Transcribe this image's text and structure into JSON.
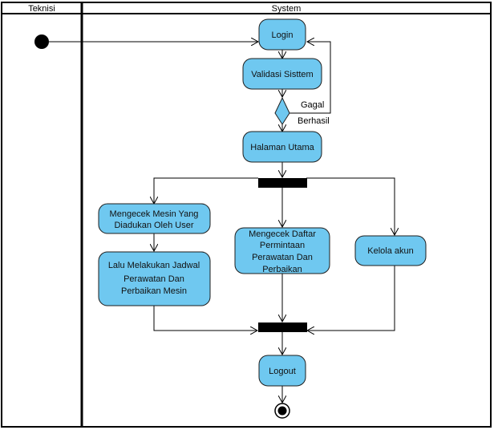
{
  "colors": {
    "activity_fill": "#6FC8F0",
    "activity_stroke": "#1e1e1e",
    "bar_fill": "#000000",
    "line": "#000000"
  },
  "lanes": {
    "left": "Teknisi",
    "right": "System"
  },
  "nodes": {
    "login": "Login",
    "validasi": "Validasi Sisttem",
    "halaman": "Halaman Utama",
    "mengecek_mesin_1": "Mengecek Mesin Yang",
    "mengecek_mesin_2": "Diadukan Oleh User",
    "lalu_1": "Lalu Melakukan Jadwal",
    "lalu_2": "Perawatan Dan",
    "lalu_3": "Perbaikan Mesin",
    "daftar_1": "Mengecek Daftar",
    "daftar_2": "Permintaan",
    "daftar_3": "Perawatan Dan",
    "daftar_4": "Perbaikan",
    "kelola": "Kelola akun",
    "logout": "Logout"
  },
  "guards": {
    "gagal": "Gagal",
    "berhasil": "Berhasil"
  }
}
